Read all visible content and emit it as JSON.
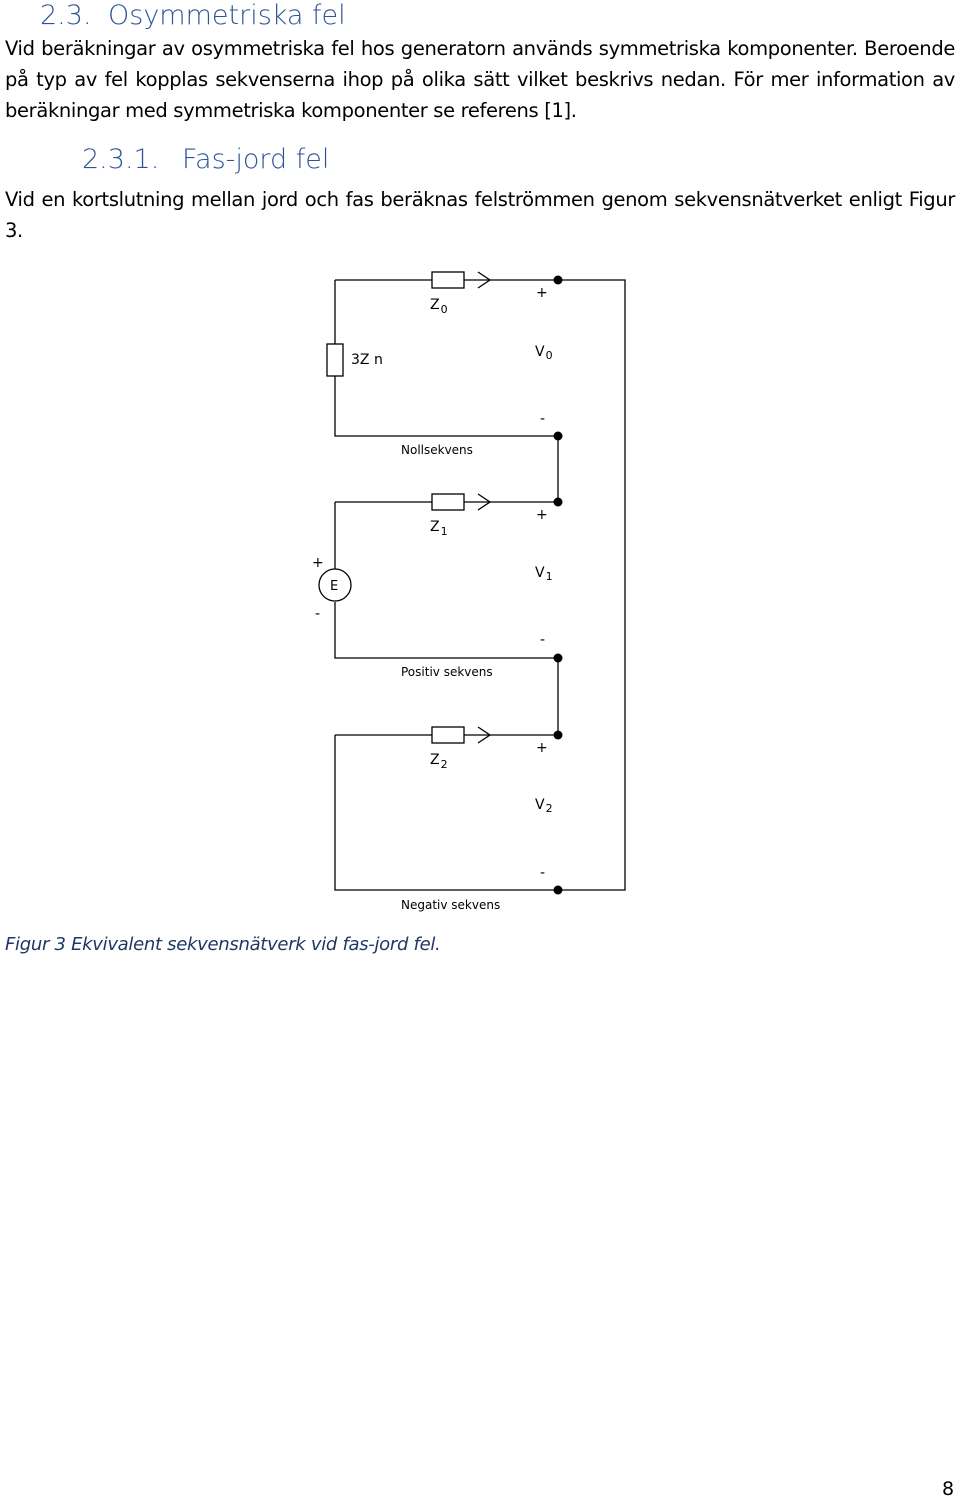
{
  "section": {
    "number": "2.3.",
    "title": "Osymmetriska fel",
    "paragraph": "Vid beräkningar av osymmetriska fel hos generatorn används symmetriska komponenter. Beroende på typ av fel kopplas sekvenserna ihop på olika sätt vilket beskrivs nedan. För mer information av beräkningar med symmetriska komponenter se referens [1]."
  },
  "subsection": {
    "number": "2.3.1.",
    "title": "Fas-jord fel",
    "paragraph": "Vid en kortslutning mellan jord och fas beräknas felströmmen genom sekvensnätverket enligt Figur 3."
  },
  "diagram": {
    "zero": {
      "z_main": "Z",
      "z_sub": "0",
      "zn_label": "3Z n",
      "v_main": "V",
      "v_sub": "0",
      "plus": "+",
      "minus": "-",
      "name": "Nollsekvens"
    },
    "positive": {
      "z_main": "Z",
      "z_sub": "1",
      "source": "E",
      "src_plus": "+",
      "src_minus": "-",
      "v_main": "V",
      "v_sub": "1",
      "plus": "+",
      "minus": "-",
      "name": "Positiv sekvens"
    },
    "negative": {
      "z_main": "Z",
      "z_sub": "2",
      "v_main": "V",
      "v_sub": "2",
      "plus": "+",
      "minus": "-",
      "name": "Negativ sekvens"
    }
  },
  "caption": "Figur 3 Ekvivalent sekvensnätverk vid fas-jord fel.",
  "page_number": "8"
}
